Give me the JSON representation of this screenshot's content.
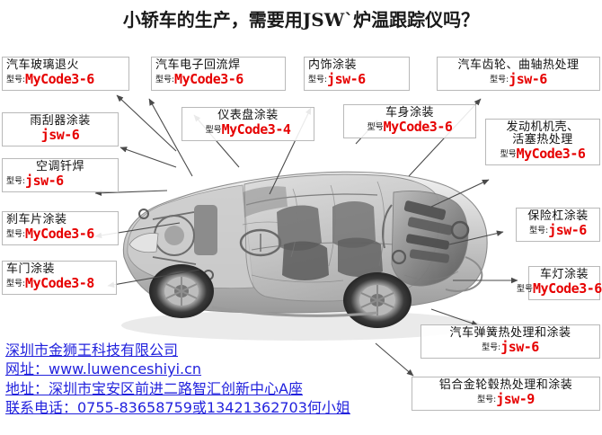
{
  "title": "小轿车的生产，需要用JSW`炉温跟踪仪吗？",
  "model_prefix": "型号:",
  "model_prefix_nocolon": "型号",
  "labels": [
    {
      "id": "glass-annealing",
      "name": "汽车玻璃退火",
      "prefix": "型号:",
      "code": "MyCode3-6"
    },
    {
      "id": "wiper-coating",
      "name": "雨刮器涂装",
      "prefix": "",
      "code": "jsw-6"
    },
    {
      "id": "ac-brazing",
      "name": "空调钎焊",
      "prefix": "型号:",
      "code": "jsw-6"
    },
    {
      "id": "brake-pad-coating",
      "name": "刹车片涂装",
      "prefix": "型号:",
      "code": "MyCode3-6"
    },
    {
      "id": "door-coating",
      "name": "车门涂装",
      "prefix": "型号:",
      "code": "MyCode3-8"
    },
    {
      "id": "electronics-reflow",
      "name": "汽车电子回流焊",
      "prefix": "型号:",
      "code": "MyCode3-6"
    },
    {
      "id": "dashboard-coating",
      "name": "仪表盘涂装",
      "prefix": "型号",
      "code": "MyCode3-4"
    },
    {
      "id": "interior-coating",
      "name": "内饰涂装",
      "prefix": "型号:",
      "code": "jsw-6"
    },
    {
      "id": "body-coating",
      "name": "车身涂装",
      "prefix": "型号",
      "code": "MyCode3-6"
    },
    {
      "id": "gear-crankshaft",
      "name": "汽车齿轮、曲轴热处理",
      "prefix": "型号:",
      "code": "jsw-6"
    },
    {
      "id": "engine-piston",
      "name": "发动机机壳、",
      "name2": "活塞热处理",
      "prefix": "型号",
      "code": "MyCode3-6"
    },
    {
      "id": "bumper-coating",
      "name": "保险杠涂装",
      "prefix": "型号:",
      "code": "jsw-6"
    },
    {
      "id": "headlight-coating",
      "name": "车灯涂装",
      "prefix": "型号",
      "code": "MyCode3-6"
    },
    {
      "id": "spring-treatment",
      "name": "汽车弹簧热处理和涂装",
      "prefix": "型号:",
      "code": "jsw-6"
    },
    {
      "id": "alloy-wheel",
      "name": "铝合金轮毂热处理和涂装",
      "prefix": "型号:",
      "code": "jsw-9"
    }
  ],
  "footer": {
    "company": "深圳市金狮王科技有限公司",
    "website": "网址：www.luwenceshiyi.cn",
    "address": "地址：深圳市宝安区前进二路智汇创新中心A座",
    "phone": "联系电话：0755-83658759或13421362703何小姐"
  },
  "colors": {
    "code_red": "#e60000",
    "footer_blue": "#2222dd",
    "title_black": "#1a1a1a",
    "box_border": "#b9b9b9"
  },
  "image": {
    "subject": "car-cutaway-xray-illustration",
    "style": "grayscale"
  }
}
